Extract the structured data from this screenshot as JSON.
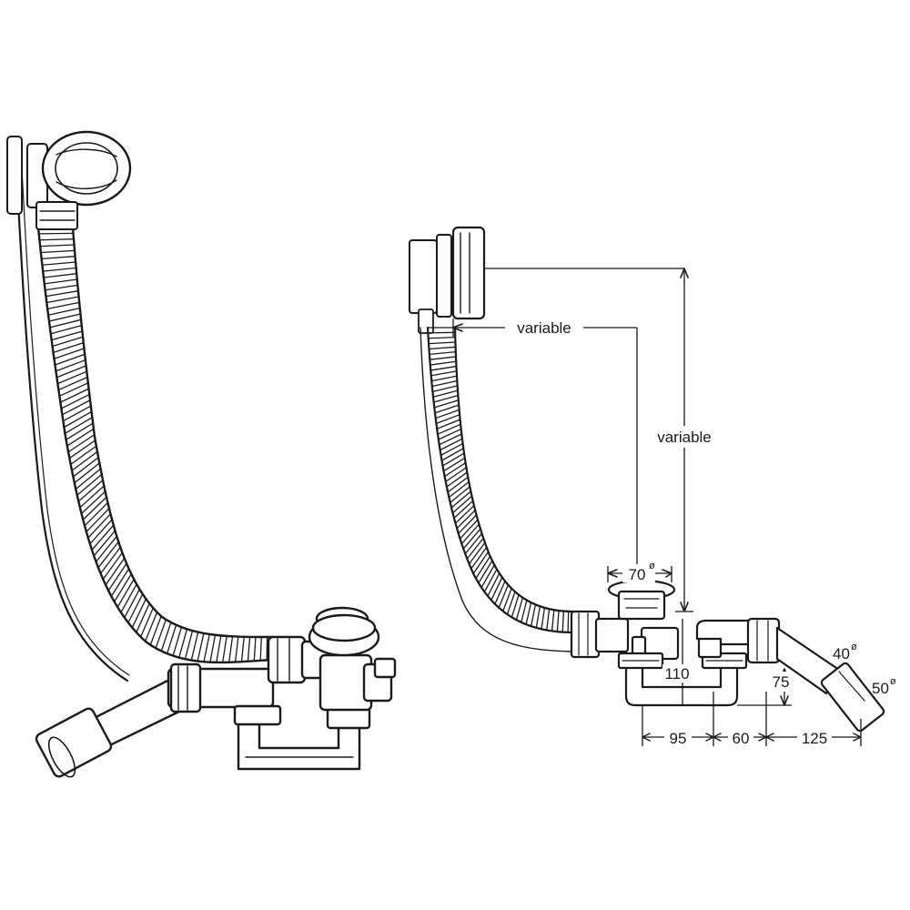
{
  "diagram": {
    "labels": {
      "variable_horizontal": "variable",
      "variable_vertical": "variable",
      "dia_70": "70",
      "dia_40": "40",
      "dia_50": "50",
      "diameter_symbol": "ø",
      "dim_110": "110",
      "dim_75": "75",
      "dim_95": "95",
      "dim_60": "60",
      "dim_125": "125"
    },
    "colors": {
      "ink": "#1a1a1a",
      "background": "#ffffff"
    }
  }
}
